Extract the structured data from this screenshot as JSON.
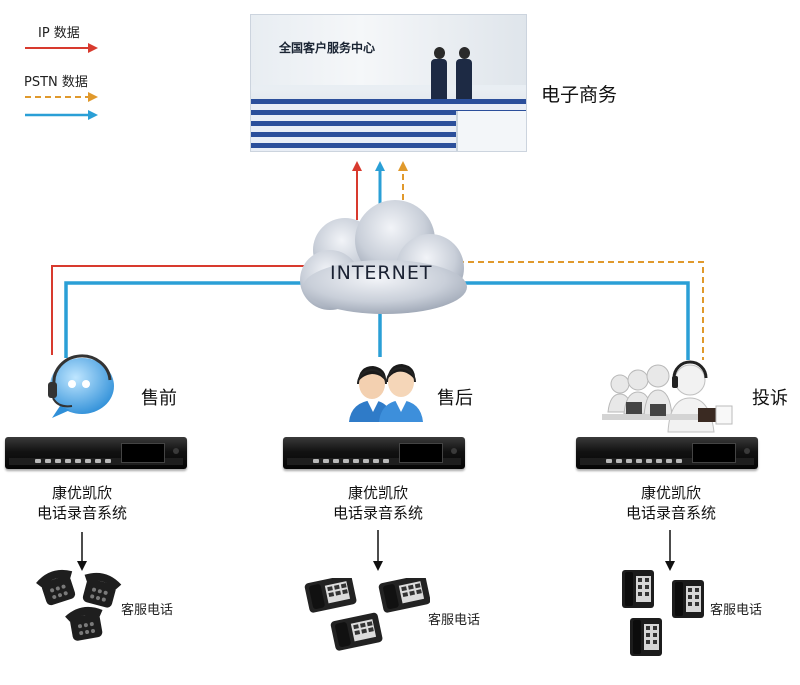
{
  "legend": {
    "ip_label": "IP 数据",
    "pstn_label": "PSTN 数据",
    "colors": {
      "ip": "#d83a2e",
      "pstn": "#e0992c",
      "blue": "#2a9fd6"
    }
  },
  "top": {
    "photo_sign": "全国客户服务中心",
    "label": "电子商务"
  },
  "network": {
    "label": "INTERNET"
  },
  "nodes": [
    {
      "label": "售前",
      "system_line1": "康优凯欣",
      "system_line2": "电话录音系统",
      "phone_label": "客服电话",
      "icon": "headset-bubble-icon"
    },
    {
      "label": "售后",
      "system_line1": "康优凯欣",
      "system_line2": "电话录音系统",
      "phone_label": "客服电话",
      "icon": "service-agents-icon"
    },
    {
      "label": "投诉",
      "system_line1": "康优凯欣",
      "system_line2": "电话录音系统",
      "phone_label": "客服电话",
      "icon": "call-center-icon"
    }
  ]
}
